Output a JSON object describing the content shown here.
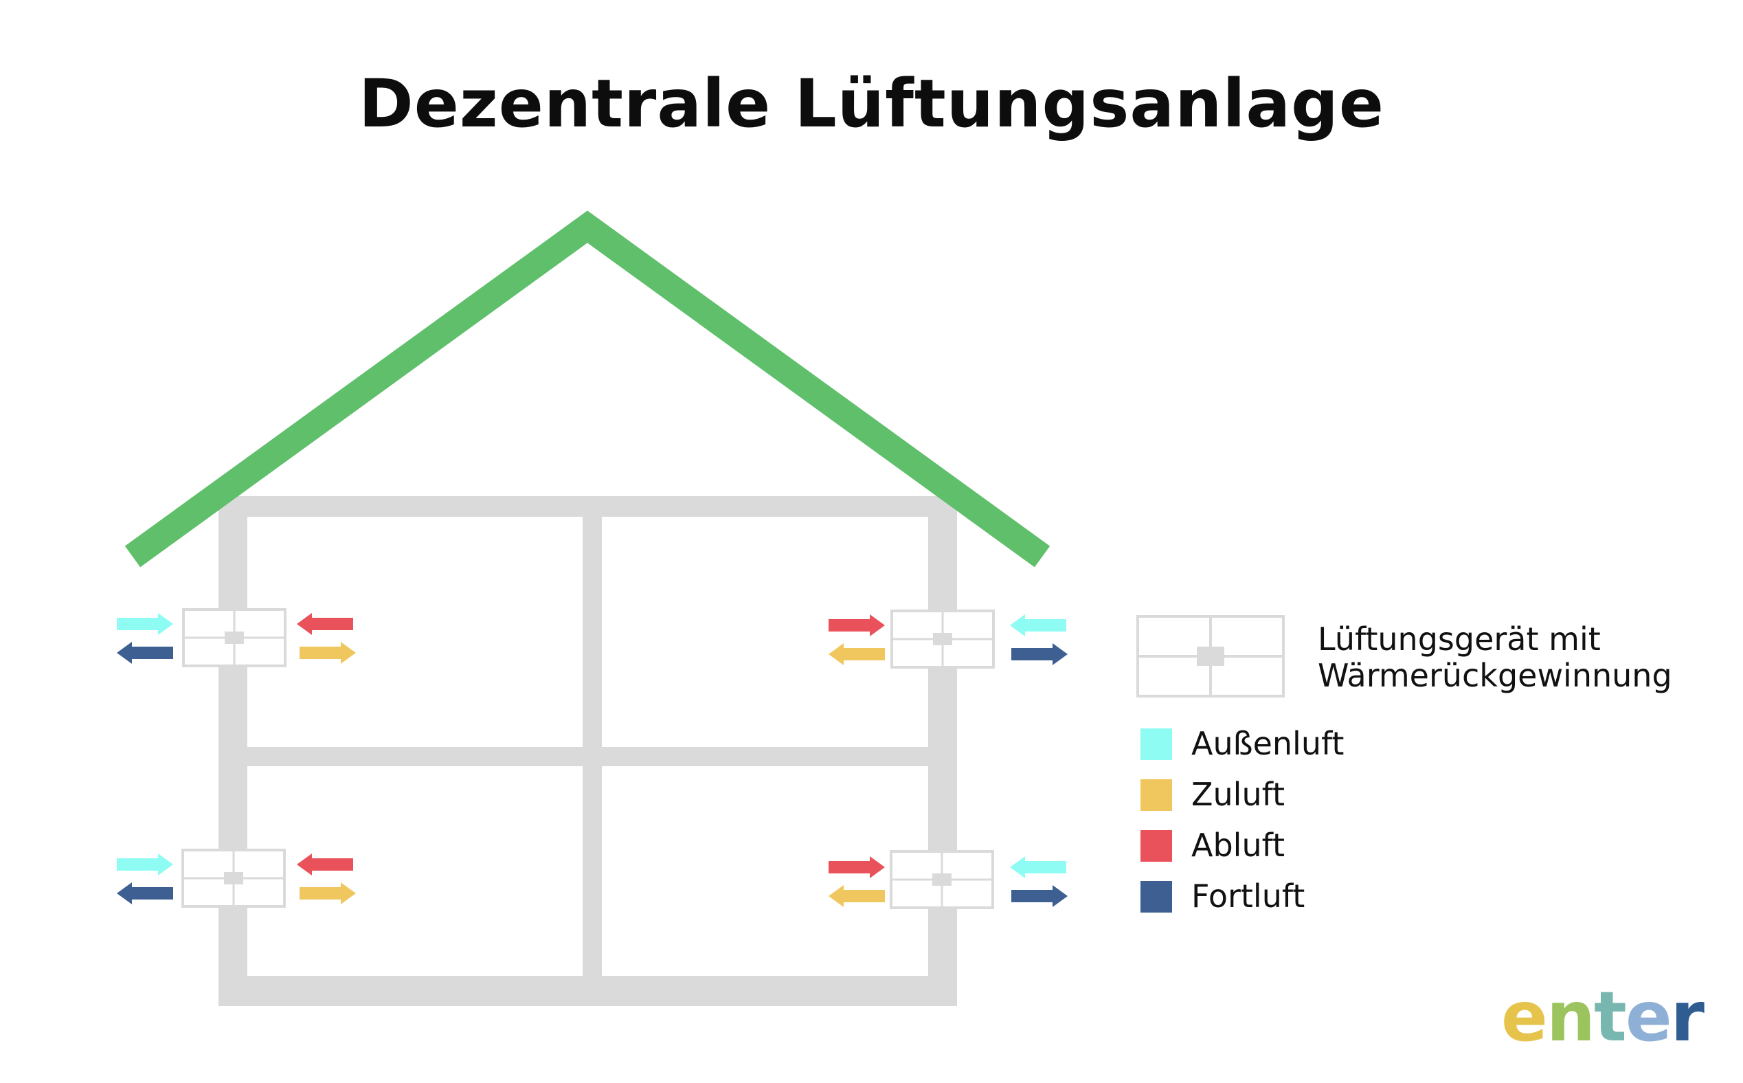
{
  "title": "Dezentrale Lüftungsanlage",
  "legend": {
    "device_line1": "Lüftungsgerät mit",
    "device_line2": "Wärmerückgewinnung",
    "items": [
      {
        "label": "Außenluft",
        "color": "#8ffcf4"
      },
      {
        "label": "Zuluft",
        "color": "#efc75e"
      },
      {
        "label": "Abluft",
        "color": "#e9525a"
      },
      {
        "label": "Fortluft",
        "color": "#3d5f91"
      }
    ]
  },
  "logo": {
    "letters": [
      "e",
      "n",
      "t",
      "e",
      "r"
    ],
    "colors": [
      "#e6c34a",
      "#9bc45e",
      "#78b7b0",
      "#8fb0d6",
      "#2f5d92"
    ]
  },
  "colors": {
    "roof": "#5fbf6b",
    "wall": "#dadada",
    "device": "#dadada"
  },
  "icons": {
    "device": "ventilation-unit-icon",
    "arrow": "arrow-icon"
  }
}
